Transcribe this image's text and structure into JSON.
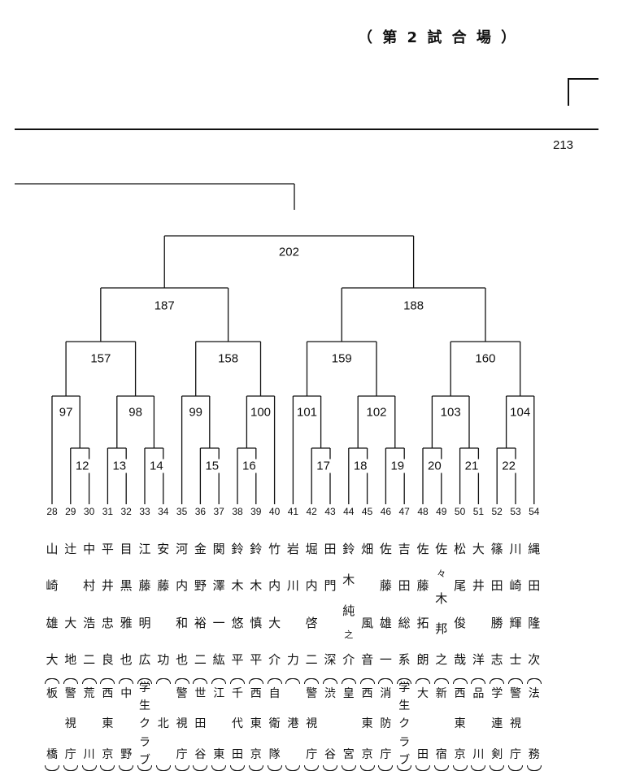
{
  "header": {
    "title": "（ 第 2 試 合 場 ）"
  },
  "page_number": "213",
  "matches": [
    {
      "id": "12",
      "label": "12"
    },
    {
      "id": "13",
      "label": "13"
    },
    {
      "id": "14",
      "label": "14"
    },
    {
      "id": "15",
      "label": "15"
    },
    {
      "id": "16",
      "label": "16"
    },
    {
      "id": "17",
      "label": "17"
    },
    {
      "id": "18",
      "label": "18"
    },
    {
      "id": "19",
      "label": "19"
    },
    {
      "id": "20",
      "label": "20"
    },
    {
      "id": "21",
      "label": "21"
    },
    {
      "id": "22",
      "label": "22"
    },
    {
      "id": "97",
      "label": "97"
    },
    {
      "id": "98",
      "label": "98"
    },
    {
      "id": "99",
      "label": "99"
    },
    {
      "id": "100",
      "label": "100"
    },
    {
      "id": "101",
      "label": "101"
    },
    {
      "id": "102",
      "label": "102"
    },
    {
      "id": "103",
      "label": "103"
    },
    {
      "id": "104",
      "label": "104"
    },
    {
      "id": "157",
      "label": "157"
    },
    {
      "id": "158",
      "label": "158"
    },
    {
      "id": "159",
      "label": "159"
    },
    {
      "id": "160",
      "label": "160"
    },
    {
      "id": "187",
      "label": "187"
    },
    {
      "id": "188",
      "label": "188"
    },
    {
      "id": "202",
      "label": "202"
    }
  ],
  "players": [
    {
      "num": "28",
      "name": [
        "山",
        "崎",
        "雄",
        "大"
      ],
      "aff": [
        "板",
        "",
        "橋"
      ]
    },
    {
      "num": "29",
      "name": [
        "辻",
        "",
        "大",
        "地"
      ],
      "aff": [
        "警",
        "視",
        "庁"
      ]
    },
    {
      "num": "30",
      "name": [
        "中",
        "村",
        "浩",
        "二"
      ],
      "aff": [
        "荒",
        "",
        "川"
      ]
    },
    {
      "num": "31",
      "name": [
        "平",
        "井",
        "忠",
        "良"
      ],
      "aff": [
        "西",
        "東",
        "京"
      ]
    },
    {
      "num": "32",
      "name": [
        "目",
        "黒",
        "雅",
        "也"
      ],
      "aff": [
        "中",
        "",
        "野"
      ]
    },
    {
      "num": "33",
      "name": [
        "江",
        "藤",
        "明",
        "広"
      ],
      "aff": [
        "学",
        "生",
        "ク",
        "ラ",
        "ブ"
      ]
    },
    {
      "num": "34",
      "name": [
        "安",
        "藤",
        "",
        "功"
      ],
      "aff": [
        "",
        "北",
        ""
      ]
    },
    {
      "num": "35",
      "name": [
        "河",
        "内",
        "和",
        "也"
      ],
      "aff": [
        "警",
        "視",
        "庁"
      ]
    },
    {
      "num": "36",
      "name": [
        "金",
        "野",
        "裕",
        "二"
      ],
      "aff": [
        "世",
        "田",
        "谷"
      ]
    },
    {
      "num": "37",
      "name": [
        "関",
        "澤",
        "一",
        "紘"
      ],
      "aff": [
        "江",
        "",
        "東"
      ]
    },
    {
      "num": "38",
      "name": [
        "鈴",
        "木",
        "悠",
        "平"
      ],
      "aff": [
        "千",
        "代",
        "田"
      ]
    },
    {
      "num": "39",
      "name": [
        "鈴",
        "木",
        "慎",
        "平"
      ],
      "aff": [
        "西",
        "東",
        "京"
      ]
    },
    {
      "num": "40",
      "name": [
        "竹",
        "内",
        "大",
        "介"
      ],
      "aff": [
        "自",
        "衛",
        "隊"
      ]
    },
    {
      "num": "41",
      "name": [
        "岩",
        "川",
        "",
        "力"
      ],
      "aff": [
        "",
        "港",
        ""
      ]
    },
    {
      "num": "42",
      "name": [
        "堀",
        "内",
        "啓",
        "二"
      ],
      "aff": [
        "警",
        "視",
        "庁"
      ]
    },
    {
      "num": "43",
      "name": [
        "田",
        "門",
        "",
        "深"
      ],
      "aff": [
        "渋",
        "",
        "谷"
      ]
    },
    {
      "num": "44",
      "name": [
        "鈴",
        "木",
        "純",
        "之",
        "介"
      ],
      "aff": [
        "皇",
        "",
        "宮"
      ]
    },
    {
      "num": "45",
      "name": [
        "畑",
        "",
        "風",
        "音"
      ],
      "aff": [
        "西",
        "東",
        "京"
      ]
    },
    {
      "num": "46",
      "name": [
        "佐",
        "藤",
        "雄",
        "一"
      ],
      "aff": [
        "消",
        "防",
        "庁"
      ]
    },
    {
      "num": "47",
      "name": [
        "吉",
        "田",
        "総",
        "系"
      ],
      "aff": [
        "学",
        "生",
        "ク",
        "ラ",
        "ブ"
      ]
    },
    {
      "num": "48",
      "name": [
        "佐",
        "藤",
        "拓",
        "朗"
      ],
      "aff": [
        "大",
        "",
        "田"
      ]
    },
    {
      "num": "49",
      "name": [
        "佐",
        "々",
        "木",
        "邦",
        "之"
      ],
      "aff": [
        "新",
        "",
        "宿"
      ]
    },
    {
      "num": "50",
      "name": [
        "松",
        "尾",
        "俊",
        "哉"
      ],
      "aff": [
        "西",
        "東",
        "京"
      ]
    },
    {
      "num": "51",
      "name": [
        "大",
        "井",
        "",
        "洋"
      ],
      "aff": [
        "品",
        "",
        "川"
      ]
    },
    {
      "num": "52",
      "name": [
        "篠",
        "田",
        "勝",
        "志"
      ],
      "aff": [
        "学",
        "連",
        "剣"
      ]
    },
    {
      "num": "53",
      "name": [
        "川",
        "崎",
        "輝",
        "士"
      ],
      "aff": [
        "警",
        "視",
        "庁"
      ]
    },
    {
      "num": "54",
      "name": [
        "縄",
        "田",
        "隆",
        "次"
      ],
      "aff": [
        "法",
        "",
        "務"
      ]
    }
  ]
}
